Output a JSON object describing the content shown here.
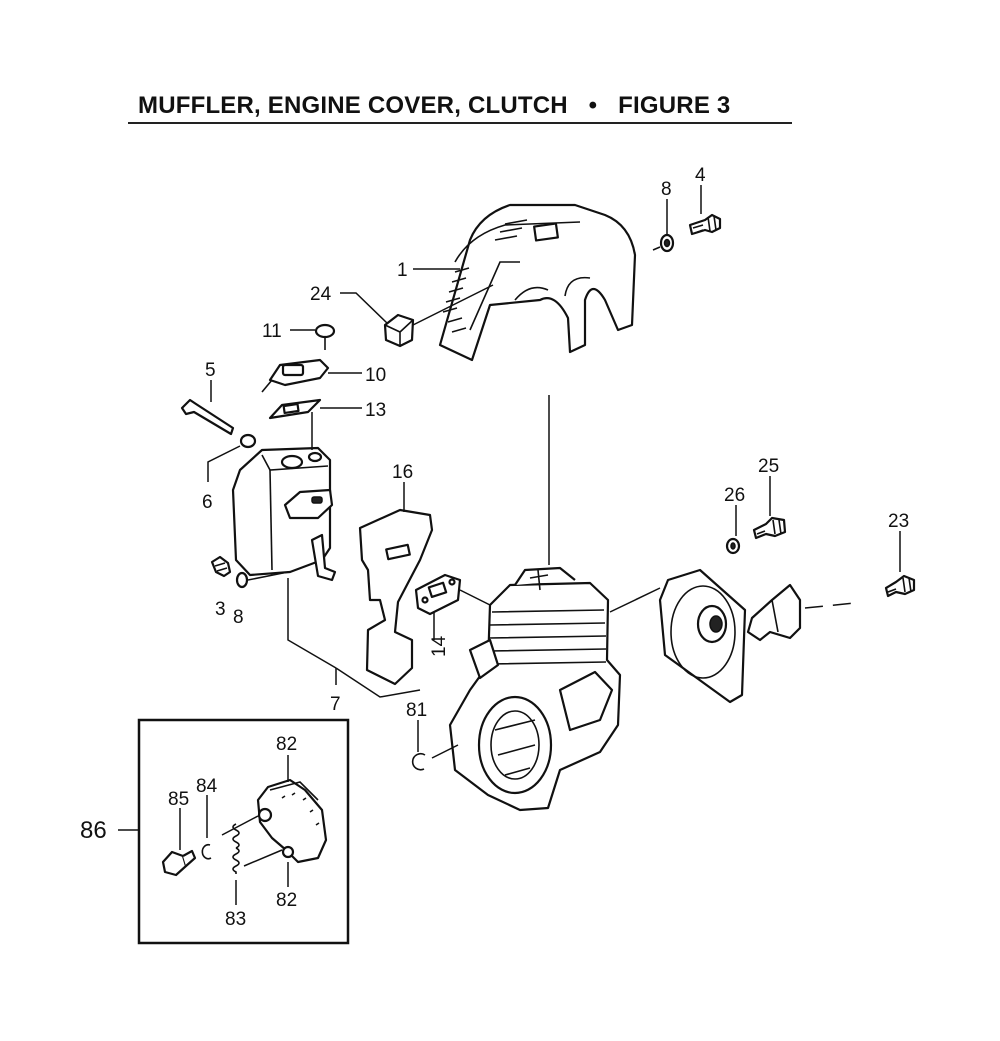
{
  "title": {
    "main": "MUFFLER, ENGINE COVER, CLUTCH",
    "bullet": "•",
    "figure": "FIGURE 3"
  },
  "callouts": {
    "c1": "1",
    "c3": "3",
    "c4": "4",
    "c5": "5",
    "c6": "6",
    "c7": "7",
    "c8a": "8",
    "c8b": "8",
    "c10": "10",
    "c11": "11",
    "c13": "13",
    "c14": "14",
    "c16": "16",
    "c23": "23",
    "c24": "24",
    "c25": "25",
    "c26": "26",
    "c81": "81",
    "c82a": "82",
    "c82b": "82",
    "c83": "83",
    "c84": "84",
    "c85": "85",
    "c86": "86"
  }
}
